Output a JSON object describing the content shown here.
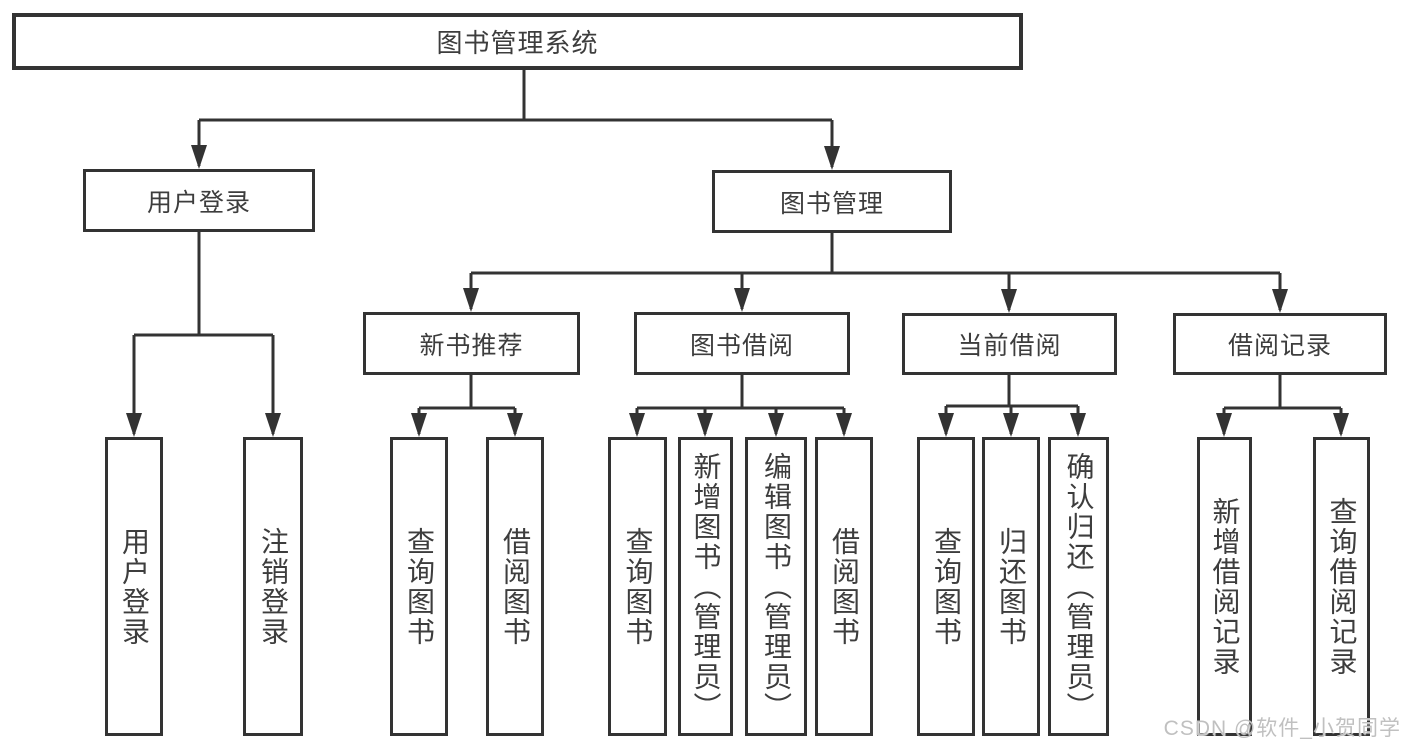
{
  "tree": {
    "root": {
      "label": "图书管理系统"
    },
    "branches": [
      {
        "label": "用户登录",
        "children": [
          {
            "label": "用户登录"
          },
          {
            "label": "注销登录"
          }
        ]
      },
      {
        "label": "图书管理",
        "children": [
          {
            "label": "新书推荐",
            "children": [
              {
                "label": "查询图书"
              },
              {
                "label": "借阅图书"
              }
            ]
          },
          {
            "label": "图书借阅",
            "children": [
              {
                "label": "查询图书"
              },
              {
                "label": "新增图书（管理员）"
              },
              {
                "label": "编辑图书（管理员）"
              },
              {
                "label": "借阅图书"
              }
            ]
          },
          {
            "label": "当前借阅",
            "children": [
              {
                "label": "查询图书"
              },
              {
                "label": "归还图书"
              },
              {
                "label": "确认归还（管理员）"
              }
            ]
          },
          {
            "label": "借阅记录",
            "children": [
              {
                "label": "新增借阅记录"
              },
              {
                "label": "查询借阅记录"
              }
            ]
          }
        ]
      }
    ]
  },
  "watermark": {
    "text": "CSDN @软件_小贺同学"
  },
  "colors": {
    "line": "#333333",
    "box_border": "#333333",
    "text": "#3d3d3d",
    "watermark": "#c0c0c0",
    "background": "#ffffff"
  }
}
